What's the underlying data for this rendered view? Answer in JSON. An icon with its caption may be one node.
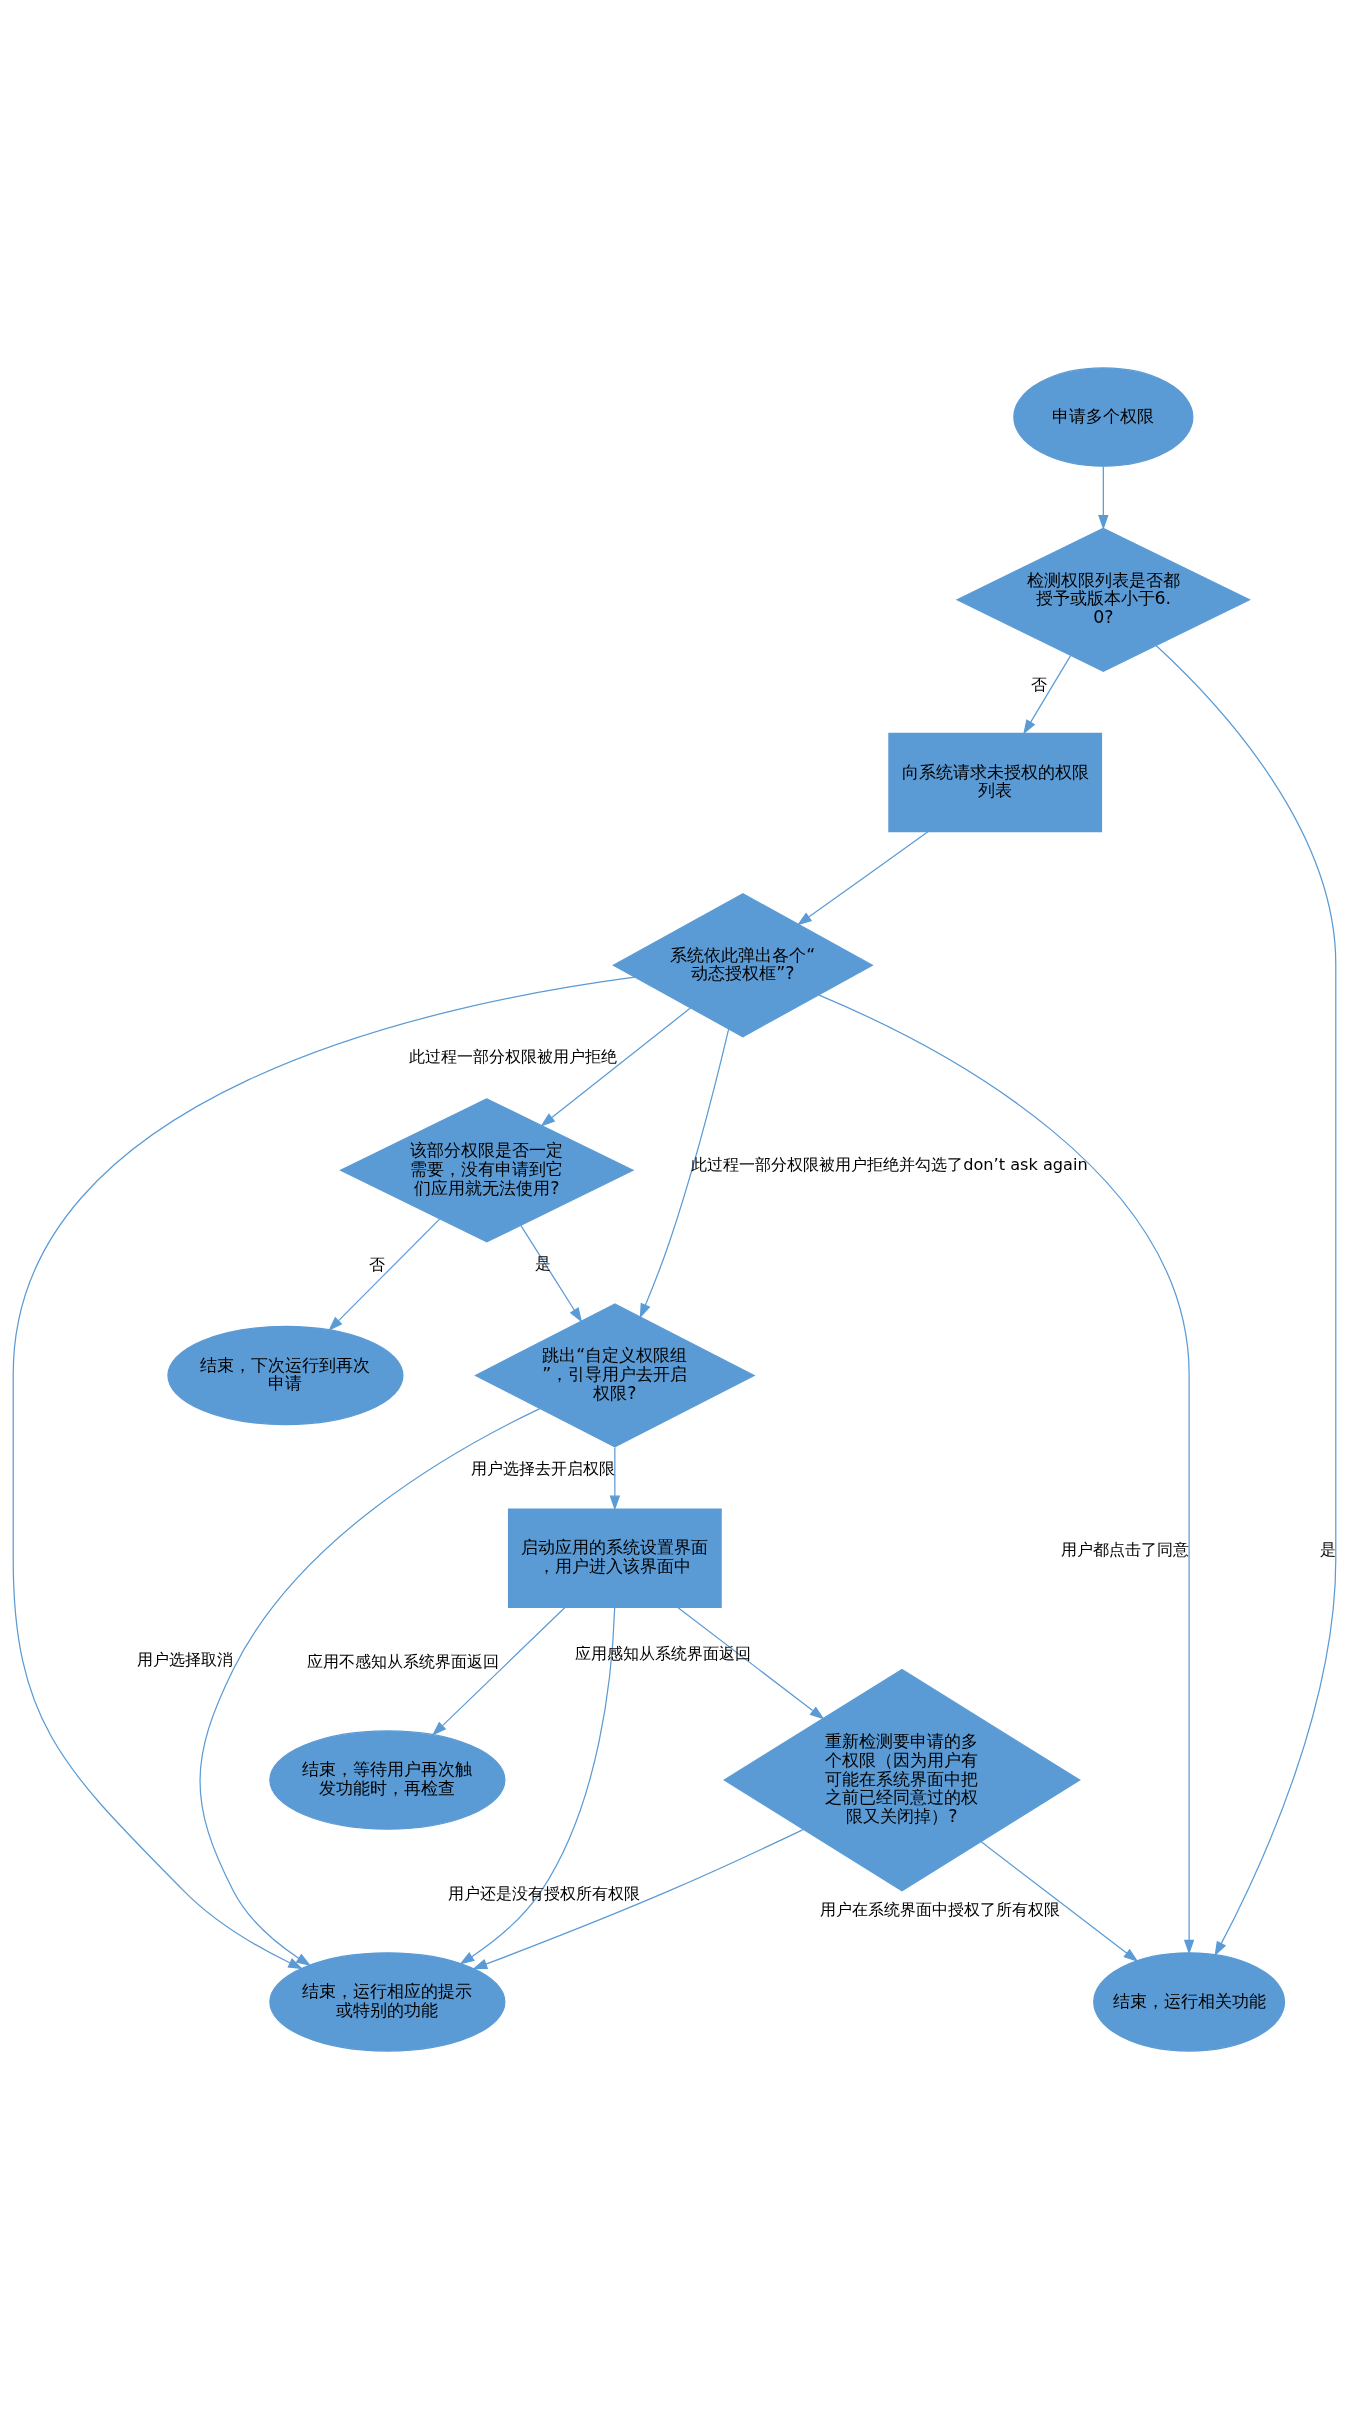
{
  "diagram": {
    "nodes": [
      {
        "text": [
          "申请多个权限"
        ]
      },
      {
        "text": [
          "检测权限列表是否都授予或版本小于6.0?"
        ]
      },
      {
        "text": [
          "向系统请求未授权的权限列表"
        ]
      },
      {
        "text": [
          "系统依此弹出各个“动态授权框”?"
        ]
      },
      {
        "text": [
          "该部分权限是否一定需要，没有申请到它们应用就无法使用?"
        ]
      },
      {
        "text": [
          "结束，下次运行到再次申请"
        ]
      },
      {
        "text": [
          "跳出“自定义权限组”，引导用户去开启权限?"
        ]
      },
      {
        "text": [
          "结束，等待用户再次触发功能时，再检查"
        ]
      },
      {
        "text": [
          "启动应用的系统设置界面，用户进入该界面中"
        ]
      },
      {
        "text": [
          "结束，运行相应的提示或特别的功能"
        ]
      },
      {
        "text": [
          "重新检测要申请的多个权限（因为用户有可能在系统界面中把之前已经同意过的权限又关闭掉）?"
        ]
      },
      {
        "text": [
          "结束，运行相关功能"
        ]
      }
    ],
    "edges": [
      {
        "from": 0,
        "to": 1,
        "arrow": "to"
      },
      {
        "from": 1,
        "to": 2,
        "arrow": "to",
        "label": "否"
      },
      {
        "from": 1,
        "to": 11,
        "arrow": "to",
        "label": "是"
      },
      {
        "from": 2,
        "to": 3,
        "arrow": "to"
      },
      {
        "from": 3,
        "to": 4,
        "arrow": "to",
        "label": "此过程一部分权限被用户拒绝"
      },
      {
        "from": 3,
        "to": 6,
        "arrow": "to",
        "label": "此过程一部分权限被用户拒绝并勾选了don’t ask again"
      },
      {
        "from": 3,
        "to": 11,
        "arrow": "to",
        "label": "用户都点击了同意"
      },
      {
        "from": 3,
        "to": 9,
        "arrow": "to"
      },
      {
        "from": 4,
        "to": 5,
        "arrow": "to",
        "label": "否"
      },
      {
        "from": 4,
        "to": 6,
        "arrow": "to",
        "label": "是"
      },
      {
        "from": 6,
        "to": 9,
        "arrow": "to",
        "label": "用户选择取消"
      },
      {
        "from": 6,
        "to": 8,
        "arrow": "to",
        "label": "用户选择去开启权限"
      },
      {
        "from": 8,
        "to": 7,
        "arrow": "to",
        "label": "应用不感知从系统界面返回"
      },
      {
        "from": 8,
        "to": 9,
        "arrow": "to"
      },
      {
        "from": 8,
        "to": 10,
        "arrow": "to",
        "label": "应用感知从系统界面返回"
      },
      {
        "from": 10,
        "to": 9,
        "arrow": "to",
        "label": "用户还是没有授权所有权限"
      },
      {
        "from": 10,
        "to": 11,
        "arrow": "to",
        "label": "用户在系统界面中授权了所有权限"
      }
    ]
  }
}
